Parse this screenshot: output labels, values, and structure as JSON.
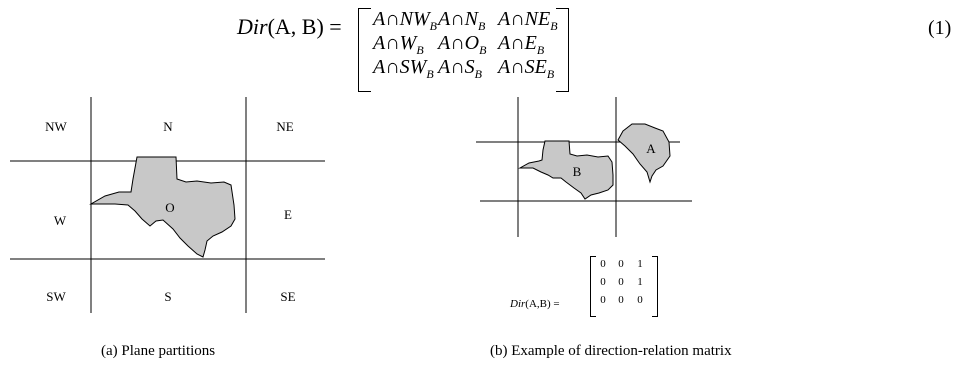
{
  "equation": {
    "lhs_func": "Dir",
    "lhs_args": "(A, B)",
    "equals": "=",
    "rows": [
      [
        {
          "a": "A",
          "op": "∩",
          "b": "NW",
          "sub": "B"
        },
        {
          "a": "A",
          "op": "∩",
          "b": "N",
          "sub": "B"
        },
        {
          "a": "A",
          "op": "∩",
          "b": "NE",
          "sub": "B"
        }
      ],
      [
        {
          "a": "A",
          "op": "∩",
          "b": "W",
          "sub": "B"
        },
        {
          "a": "A",
          "op": "∩",
          "b": "O",
          "sub": "B"
        },
        {
          "a": "A",
          "op": "∩",
          "b": "E",
          "sub": "B"
        }
      ],
      [
        {
          "a": "A",
          "op": "∩",
          "b": "SW",
          "sub": "B"
        },
        {
          "a": "A",
          "op": "∩",
          "b": "S",
          "sub": "B"
        },
        {
          "a": "A",
          "op": "∩",
          "b": "SE",
          "sub": "B"
        }
      ]
    ],
    "number": "(1)"
  },
  "figure_a": {
    "labels": {
      "nw": "NW",
      "n": "N",
      "ne": "NE",
      "w": "W",
      "o": "O",
      "e": "E",
      "sw": "SW",
      "s": "S",
      "se": "SE"
    },
    "caption": "(a) Plane partitions"
  },
  "figure_b": {
    "label_a": "A",
    "label_b": "B",
    "matrix_lhs_func": "Dir",
    "matrix_lhs_args": "(A,B)",
    "matrix_equals": "=",
    "matrix": [
      [
        "0",
        "0",
        "1"
      ],
      [
        "0",
        "0",
        "1"
      ],
      [
        "0",
        "0",
        "0"
      ]
    ],
    "caption": "(b) Example of direction-relation matrix"
  },
  "colors": {
    "shape_fill": "#c8c8c8",
    "line": "#000000"
  }
}
